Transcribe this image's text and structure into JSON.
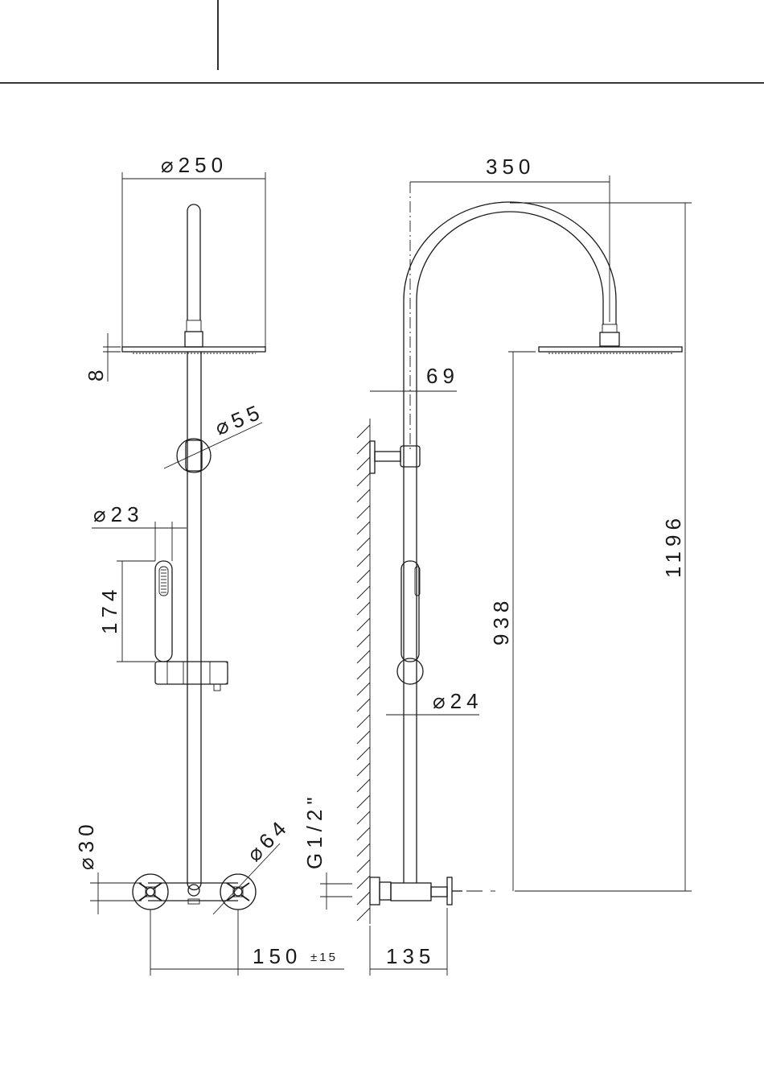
{
  "diagram": {
    "dimensions": {
      "head_diameter": "⌀250",
      "arm_projection": "350",
      "head_thickness": "8",
      "wall_bracket_offset": "69",
      "bracket_diameter": "⌀55",
      "handshower_diameter": "⌀23",
      "handshower_length": "174",
      "riser_diameter": "⌀24",
      "overall_height": "1196",
      "head_height": "938",
      "handle_diameter": "⌀30",
      "mixer_handle_diameter": "⌀64",
      "connection_thread": "G1/2\"",
      "centre_distance": "150",
      "centre_tolerance": "±15",
      "wall_projection": "135"
    }
  }
}
